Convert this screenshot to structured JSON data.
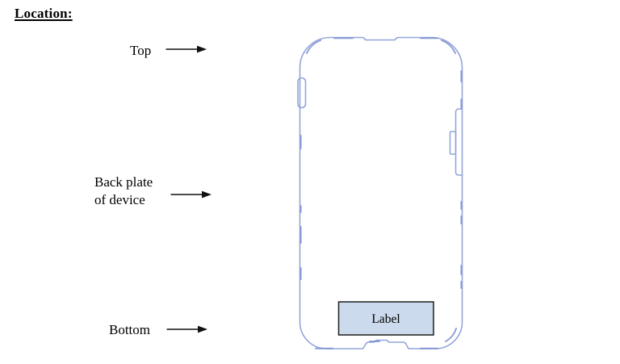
{
  "page": {
    "heading": "Location:"
  },
  "callouts": {
    "top": {
      "label": "Top"
    },
    "back_plate": {
      "line1": "Back plate",
      "line2": "of device"
    },
    "bottom": {
      "label": "Bottom"
    }
  },
  "device": {
    "label_text": "Label"
  },
  "colors": {
    "device_outline": "#94a5da",
    "device_outline_dark": "#7d90cf",
    "label_fill": "#cbdaec",
    "label_border": "#1f1f1f",
    "arrow": "#111111"
  }
}
